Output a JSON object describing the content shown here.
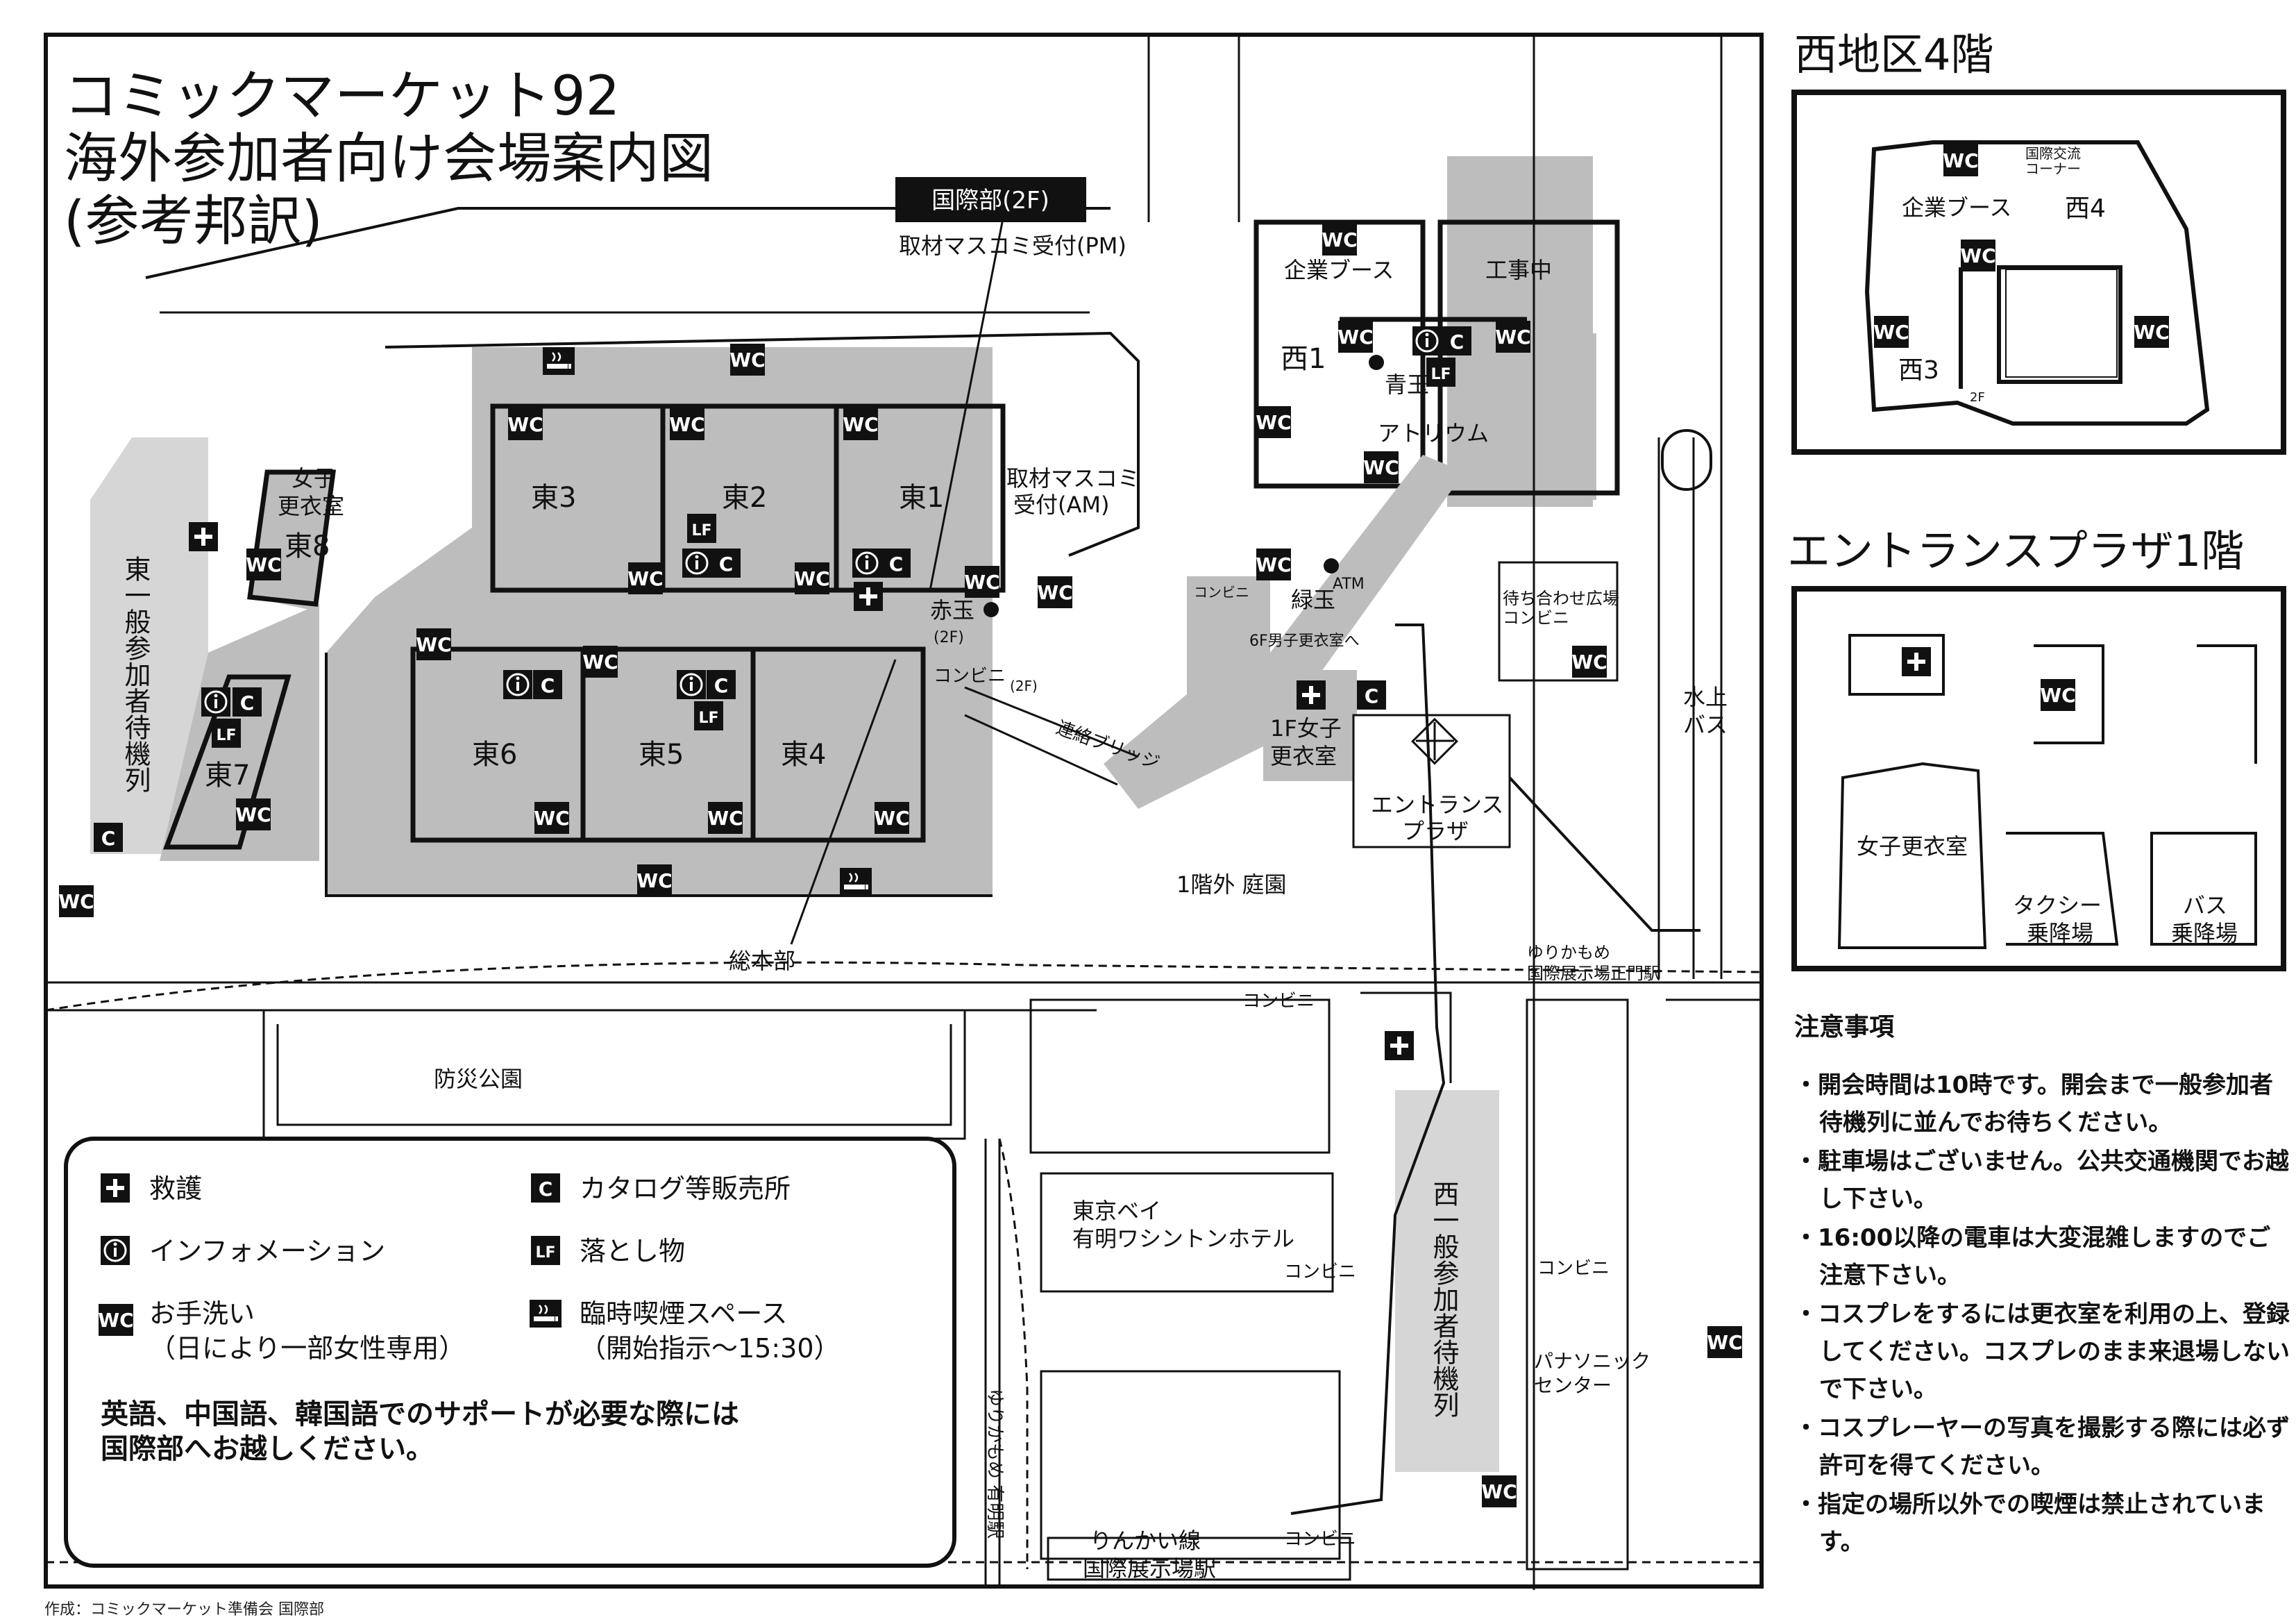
{
  "title": {
    "line1": "コミックマーケット92",
    "line2": "海外参加者向け会場案内図",
    "line3": "(参考邦訳)"
  },
  "halls": {
    "east1": "東1",
    "east2": "東2",
    "east3": "東3",
    "east4": "東4",
    "east5": "東5",
    "east6": "東6",
    "east7": "東7",
    "east8": "東8",
    "west1": "西1",
    "west3": "西3",
    "west4": "西4",
    "corporate_booth": "企業ブース",
    "under_construction": "工事中",
    "atrium": "アトリウム"
  },
  "labels": {
    "intl_dept": "国際部(2F)",
    "press_pm": "取材マスコミ受付(PM)",
    "press_am_1": "取材マスコミ",
    "press_am_2": "受付(AM)",
    "women_changing_1": "女子",
    "women_changing_2": "更衣室",
    "general_queue_east": "東一般参加者待機列",
    "general_queue_west": "西一般参加者待機列",
    "akadama": "赤玉",
    "akadama_floor": "(2F)",
    "convenience_2f": "コンビニ",
    "convenience_2f_floor": "(2F)",
    "bridge": "連絡ブリッジ",
    "aodama": "青玉",
    "midoridama": "緑玉",
    "atm": "ATM",
    "convenience": "コンビニ",
    "men_changing_6f": "6F男子更衣室へ",
    "women_changing_1f_1": "1F女子",
    "women_changing_1f_2": "更衣室",
    "meeting_plaza_1": "待ち合わせ広場",
    "meeting_plaza_2": "コンビニ",
    "water_bus_1": "水上",
    "water_bus_2": "バス",
    "entrance_plaza_1": "エントランス",
    "entrance_plaza_2": "プラザ",
    "garden": "1階外 庭園",
    "hq": "総本部",
    "yurikamome_1": "ゆりかもめ",
    "yurikamome_2": "国際展示場正門駅",
    "disaster_park": "防災公園",
    "hotel_1": "東京ベイ",
    "hotel_2": "有明ワシントンホテル",
    "panasonic_1": "パナソニック",
    "panasonic_2": "センター",
    "yurikamome_ariake": "ゆりかもめ 有明駅",
    "rinkai_1": "りんかい線",
    "rinkai_2": "国際展示場駅",
    "wc": "WC",
    "lf": "LF",
    "c": "C",
    "i": "i",
    "plus": "+",
    "intl_corner_1": "国際交流",
    "intl_corner_2": "コーナー",
    "floor_2f": "2F",
    "taxi_1": "タクシー",
    "taxi_2": "乗降場",
    "bus_1": "バス",
    "bus_2": "乗降場",
    "women_changing_full": "女子更衣室"
  },
  "legend": {
    "first_aid": "救護",
    "information": "インフォメーション",
    "toilet_1": "お手洗い",
    "toilet_2": "（日により一部女性専用）",
    "catalog": "カタログ等販売所",
    "lost_found": "落とし物",
    "smoking_1": "臨時喫煙スペース",
    "smoking_2": "（開始指示～15:30）",
    "support_1": "英語、中国語、韓国語でのサポートが必要な際には",
    "support_2": "国際部へお越しください。"
  },
  "panels": {
    "west4f_title": "西地区4階",
    "entrance1f_title": "エントランスプラザ1階"
  },
  "notes": {
    "title": "注意事項",
    "items": [
      "・開会時間は10時です。開会まで一般参加者待機列に並んでお待ちください。",
      "・駐車場はございません。公共交通機関でお越し下さい。",
      "・16:00以降の電車は大変混雑しますのでご注意下さい。",
      "・コスプレをするには更衣室を利用の上、登録してください。コスプレのまま来退場しないで下さい。",
      "・コスプレーヤーの写真を撮影する際には必ず許可を得てください。",
      "・指定の場所以外での喫煙は禁止されています。"
    ]
  },
  "credit": "作成：コミックマーケット準備会 国際部",
  "colors": {
    "hall_fill": "#bdbdbd",
    "queue_fill": "#d6d6d6",
    "line": "#111111",
    "icon_bg": "#111111"
  },
  "icons": [
    "wc-icon",
    "first-aid-icon",
    "info-icon",
    "catalog-icon",
    "lost-found-icon",
    "smoking-icon",
    "dot-marker-icon"
  ]
}
